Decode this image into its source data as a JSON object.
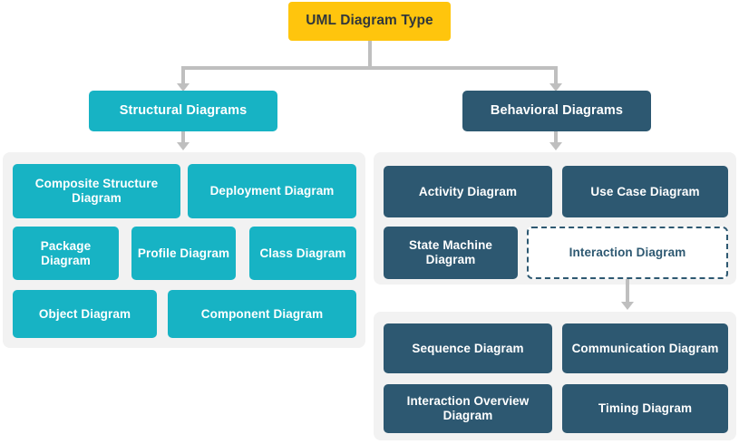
{
  "diagram": {
    "title": "UML Diagram Type",
    "root": {
      "label": "UML Diagram Type",
      "color": "#FFC50D",
      "text_color": "#31373b"
    },
    "branches": [
      {
        "name": "structural",
        "header": {
          "label": "Structural Diagrams",
          "color": "#17B3C4"
        },
        "panels": [
          {
            "name": "structural-types",
            "background": "#F2F2F2",
            "rows": [
              [
                {
                  "label": "Composite Structure Diagram",
                  "style": "teal"
                },
                {
                  "label": "Deployment Diagram",
                  "style": "teal"
                }
              ],
              [
                {
                  "label": "Package Diagram",
                  "style": "teal"
                },
                {
                  "label": "Profile Diagram",
                  "style": "teal"
                },
                {
                  "label": "Class Diagram",
                  "style": "teal"
                }
              ],
              [
                {
                  "label": "Object Diagram",
                  "style": "teal"
                },
                {
                  "label": "Component Diagram",
                  "style": "teal"
                }
              ]
            ]
          }
        ]
      },
      {
        "name": "behavioral",
        "header": {
          "label": "Behavioral Diagrams",
          "color": "#2D5871"
        },
        "panels": [
          {
            "name": "behavioral-types",
            "background": "#F2F2F2",
            "rows": [
              [
                {
                  "label": "Activity Diagram",
                  "style": "slate"
                },
                {
                  "label": "Use Case Diagram",
                  "style": "slate"
                }
              ],
              [
                {
                  "label": "State Machine Diagram",
                  "style": "slate"
                },
                {
                  "label": "Interaction Diagram",
                  "style": "dashed"
                }
              ]
            ]
          },
          {
            "name": "interaction-types",
            "background": "#F2F2F2",
            "rows": [
              [
                {
                  "label": "Sequence Diagram",
                  "style": "slate"
                },
                {
                  "label": "Communication Diagram",
                  "style": "slate"
                }
              ],
              [
                {
                  "label": "Interaction Overview Diagram",
                  "style": "slate"
                },
                {
                  "label": "Timing Diagram",
                  "style": "slate"
                }
              ]
            ]
          }
        ]
      }
    ],
    "connector_color": "#BFBFBF"
  }
}
